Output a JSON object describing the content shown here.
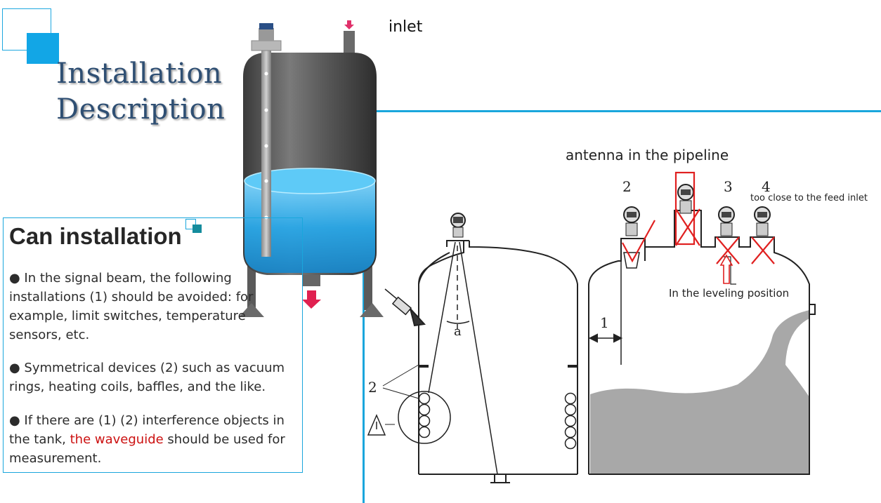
{
  "slide": {
    "title_line1": "Installation",
    "title_line2": "Description",
    "inlet_label": "inlet"
  },
  "panel": {
    "heading": "Can installation",
    "bullet1": "● In the signal beam, the following installations (1) should be avoided: for example, limit switches, temperature sensors, etc.",
    "bullet2": "● Symmetrical devices (2) such as vacuum rings, heating coils, baffles, and the like.",
    "bullet3_pre": "● If there are (1) (2) interference objects in the tank, ",
    "bullet3_red": "the waveguide",
    "bullet3_post": " should be used for measurement."
  },
  "diagram": {
    "antenna_label": "antenna in the pipeline",
    "too_close_label": "too close to the feed inlet",
    "leveling_label": "In the leveling position",
    "num_1": "1",
    "num_2": "2",
    "num_3": "3",
    "num_4": "4",
    "left_num_2": "2",
    "angle_a": "a"
  },
  "colors": {
    "accent": "#12a6e6",
    "title": "#2f4f73",
    "highlight": "#cc1111",
    "cross": "#e02020",
    "water": "#3fb6ee"
  }
}
